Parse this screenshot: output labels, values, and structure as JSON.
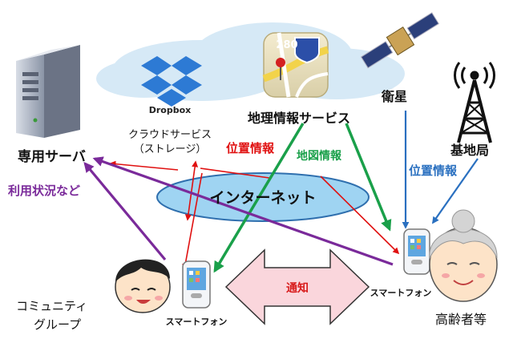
{
  "labels": {
    "dedicated_server": "専用サーバ",
    "usage_status": "利用状況など",
    "dropbox_brand": "Dropbox",
    "cloud_storage_line1": "クラウドサービス",
    "cloud_storage_line2": "（ストレージ）",
    "location_info_red": "位置情報",
    "map_service": "地理情報サービス",
    "map_info": "地図情報",
    "map_icon_shield": "280",
    "satellite": "衛星",
    "base_station": "基地局",
    "location_info_blue": "位置情報",
    "internet": "インターネット",
    "notification": "通知",
    "community_group_line1": "コミュニティ",
    "community_group_line2": "グループ",
    "smartphone_left": "スマートフォン",
    "smartphone_right": "スマートフォン",
    "elderly": "高齢者等"
  },
  "colors": {
    "red_arrow": "#e01010",
    "green_arrow": "#1aa04a",
    "purple_arrow": "#7a2a9a",
    "blue_arrow": "#2a70c0",
    "internet_fill": "#9fd4f2",
    "internet_stroke": "#2f6fae",
    "cloud_fill": "#d6e9f6",
    "notify_fill": "#fad6dc",
    "notify_text": "#d81b1b"
  },
  "icons": [
    "server-icon",
    "dropbox-icon",
    "map-app-icon",
    "satellite-icon",
    "antenna-tower-icon",
    "smartphone-icon",
    "person-icon",
    "elderly-person-icon"
  ]
}
